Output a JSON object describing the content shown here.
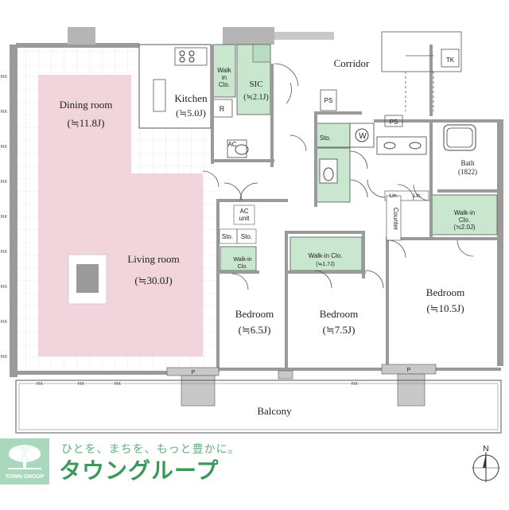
{
  "rooms": {
    "dining": {
      "name": "Dining room",
      "size": "(≒11.8J)"
    },
    "kitchen": {
      "name": "Kitchen",
      "size": "(≒5.0J)"
    },
    "living": {
      "name": "Living room",
      "size": "(≒30.0J)"
    },
    "walkin_clo_kitchen": {
      "l1": "Walk",
      "l2": "in",
      "l3": "Clo."
    },
    "sic": {
      "name": "SIC",
      "size": "(≒2.1J)"
    },
    "corridor": "Corridor",
    "bath": {
      "name": "Bath",
      "size": "(1822)"
    },
    "walkin_clo_bed3": {
      "name": "Walk-in",
      "l2": "Clo.",
      "size": "(≒2.0J)"
    },
    "bedroom1": {
      "name": "Bedroom",
      "size": "(≒6.5J)"
    },
    "bedroom2": {
      "name": "Bedroom",
      "size": "(≒7.5J)"
    },
    "bedroom3": {
      "name": "Bedroom",
      "size": "(≒10.5J)"
    },
    "walkin_clo_bed2": {
      "name": "Walk-in Clo.",
      "size": "(≒1.7J)"
    },
    "walkin_clo_bed1": {
      "l1": "Walk-in",
      "l2": "Clo."
    },
    "balcony": "Balcony"
  },
  "labels": {
    "ac_unit_l1": "AC",
    "ac_unit_l2": "unit",
    "sto": "Sto.",
    "ps": "PS",
    "tk": "TK",
    "w": "W",
    "r": "R",
    "p": "P",
    "lin": "Lin.",
    "counter": "Counter",
    "fix": "FIX"
  },
  "footer": {
    "slogan": "ひとを、まちを、もっと豊かに。",
    "brand": "タウングループ",
    "logo_text": "TOWN GROUP",
    "north": "N"
  },
  "colors": {
    "living_area": "#f2d4dc",
    "storage_green": "#c9e6cf",
    "wall": "#9a9a9a",
    "brand_green": "#3a9a5b"
  }
}
